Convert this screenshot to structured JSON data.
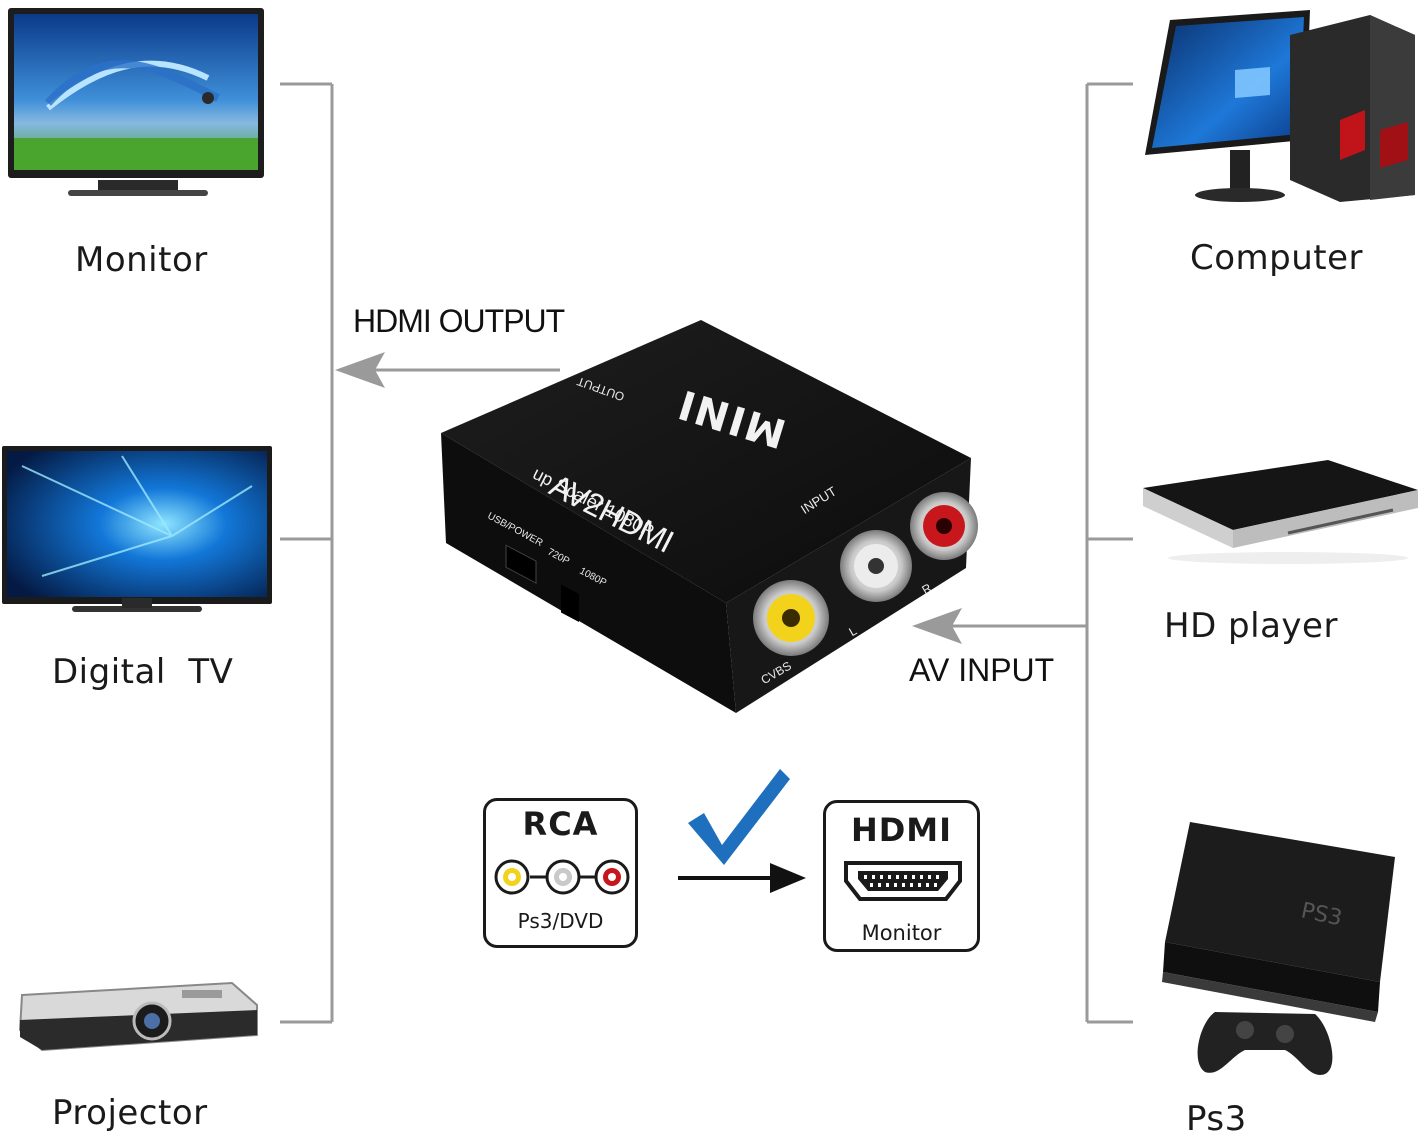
{
  "outputs": [
    {
      "label": "Monitor",
      "icon": "monitor-icon"
    },
    {
      "label": "Digital  TV",
      "icon": "digital-tv-icon"
    },
    {
      "label": "Projector",
      "icon": "projector-icon"
    }
  ],
  "inputs": [
    {
      "label": "Computer",
      "icon": "computer-icon"
    },
    {
      "label": "HD player",
      "icon": "hd-player-icon"
    },
    {
      "label": "Ps3",
      "icon": "ps3-icon"
    }
  ],
  "hdmi_output_label": "HDMI OUTPUT",
  "av_input_label": "AV INPUT",
  "device": {
    "brand": "MINI",
    "model": "AV2HDMI",
    "subtitle": "up Scaler 1080P",
    "output_port": "OUTPUT",
    "input_port": "INPUT",
    "usb_port": "USB/POWER",
    "res_720": "720P",
    "res_1080": "1080P",
    "jack_cvbs": "CVBS",
    "jack_l": "L",
    "jack_r": "R"
  },
  "rca_box": {
    "title": "RCA",
    "caption": "Ps3/DVD"
  },
  "hdmi_box": {
    "title": "HDMI",
    "caption": "Monitor"
  },
  "colors": {
    "line": "#9a9a9a",
    "check": "#1f6fbf",
    "yellow_jack": "#f2d21b",
    "white_jack": "#e8e8e8",
    "red_jack": "#c8161d"
  }
}
